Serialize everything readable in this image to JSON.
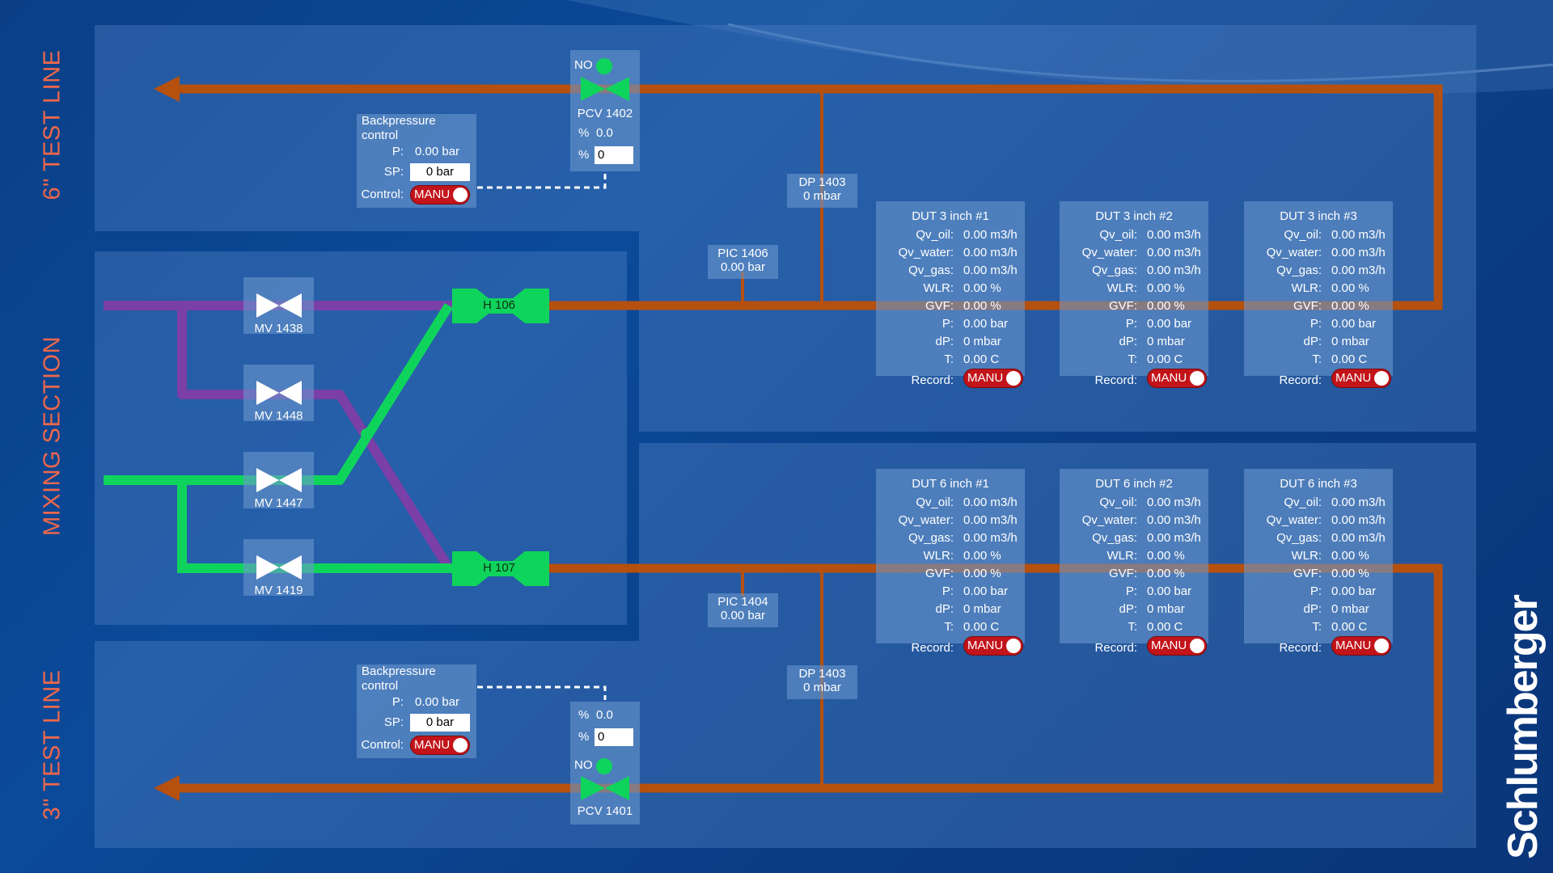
{
  "sections": {
    "top": "6\" TEST LINE",
    "middle": "MIXING SECTION",
    "bottom": "3\" TEST LINE"
  },
  "brand": "Schlumberger",
  "colors": {
    "oil_pipe": "#b5500f",
    "purple_pipe": "#7b3fa8",
    "green_pipe": "#0fd45c",
    "manu_red": "#c2141a",
    "status_green": "#0fd45c"
  },
  "valves": {
    "mv1438": "MV 1438",
    "mv1448": "MV 1448",
    "mv1447": "MV 1447",
    "mv1419": "MV 1419",
    "h106": "H 106",
    "h107": "H 107"
  },
  "pcv_top": {
    "status": "NO",
    "name": "PCV 1402",
    "pct_label": "%",
    "pct_value": "0.0",
    "pct_input": "0"
  },
  "pcv_bottom": {
    "status": "NO",
    "name": "PCV 1401",
    "pct_label": "%",
    "pct_value": "0.0",
    "pct_input": "0"
  },
  "bp_top": {
    "title": "Backpressure control",
    "p_label": "P:",
    "p_value": "0.00 bar",
    "sp_label": "SP:",
    "sp_value": "0 bar",
    "control_label": "Control:",
    "control_state": "MANU"
  },
  "bp_bottom": {
    "title": "Backpressure control",
    "p_label": "P:",
    "p_value": "0.00 bar",
    "sp_label": "SP:",
    "sp_value": "0 bar",
    "control_label": "Control:",
    "control_state": "MANU"
  },
  "instruments": {
    "dp_top": {
      "name": "DP 1403",
      "value": "0 mbar"
    },
    "pic1406": {
      "name": "PIC 1406",
      "value": "0.00 bar"
    },
    "pic1404": {
      "name": "PIC 1404",
      "value": "0.00 bar"
    },
    "dp_bottom": {
      "name": "DP 1403",
      "value": "0 mbar"
    }
  },
  "dut_labels": [
    "Qv_oil:",
    "Qv_water:",
    "Qv_gas:",
    "WLR:",
    "GVF:",
    "P:",
    "dP:",
    "T:"
  ],
  "record_label": "Record:",
  "duts": [
    {
      "title": "DUT 3 inch #1",
      "values": [
        "0.00 m3/h",
        "0.00 m3/h",
        "0.00 m3/h",
        "0.00 %",
        "0.00 %",
        "0.00 bar",
        "0 mbar",
        "0.00 C"
      ],
      "record": "MANU"
    },
    {
      "title": "DUT 3 inch #2",
      "values": [
        "0.00 m3/h",
        "0.00 m3/h",
        "0.00 m3/h",
        "0.00 %",
        "0.00 %",
        "0.00 bar",
        "0 mbar",
        "0.00 C"
      ],
      "record": "MANU"
    },
    {
      "title": "DUT 3 inch #3",
      "values": [
        "0.00 m3/h",
        "0.00 m3/h",
        "0.00 m3/h",
        "0.00 %",
        "0.00 %",
        "0.00 bar",
        "0 mbar",
        "0.00 C"
      ],
      "record": "MANU"
    },
    {
      "title": "DUT 6 inch #1",
      "values": [
        "0.00 m3/h",
        "0.00 m3/h",
        "0.00 m3/h",
        "0.00 %",
        "0.00 %",
        "0.00 bar",
        "0 mbar",
        "0.00 C"
      ],
      "record": "MANU"
    },
    {
      "title": "DUT 6 inch #2",
      "values": [
        "0.00 m3/h",
        "0.00 m3/h",
        "0.00 m3/h",
        "0.00 %",
        "0.00 %",
        "0.00 bar",
        "0 mbar",
        "0.00 C"
      ],
      "record": "MANU"
    },
    {
      "title": "DUT 6 inch #3",
      "values": [
        "0.00 m3/h",
        "0.00 m3/h",
        "0.00 m3/h",
        "0.00 %",
        "0.00 %",
        "0.00 bar",
        "0 mbar",
        "0.00 C"
      ],
      "record": "MANU"
    }
  ]
}
